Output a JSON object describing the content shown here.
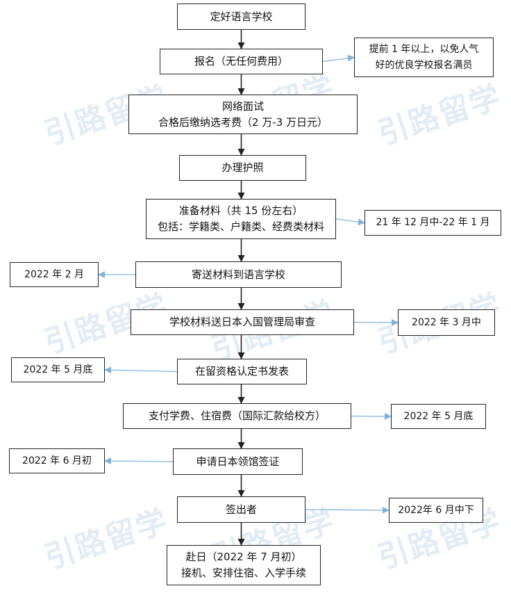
{
  "watermark": "引路留学",
  "colors": {
    "main_arrow": "#222222",
    "note_arrow": "#7fb3d9"
  },
  "nodes": {
    "n1": [
      "定好语言学校"
    ],
    "n2": [
      "报名（无任何费用）"
    ],
    "n3": [
      "网络面试",
      "合格后缴纳选考费（2 万-3 万日元）"
    ],
    "n4": [
      "办理护照"
    ],
    "n5": [
      "准备材料（共 15 份左右）",
      "包括：学籍类、户籍类、经费类材料"
    ],
    "n6": [
      "寄送材料到语言学校"
    ],
    "n7": [
      "学校材料送日本入国管理局审查"
    ],
    "n8": [
      "在留资格认定书发表"
    ],
    "n9": [
      "支付学费、住宿费（国际汇款给校方）"
    ],
    "n10": [
      "申请日本领馆签证"
    ],
    "n11": [
      "签出者"
    ],
    "n12": [
      "赴日（2022 年 7 月初）",
      "接机、安排住宿、入学手续"
    ]
  },
  "notes": {
    "note_n2": [
      "提前 1 年以上，以免人气",
      "好的优良学校报名满员"
    ],
    "note_n5": [
      "21 年 12 月中-22 年 1 月"
    ],
    "note_n6": [
      "2022 年 2 月"
    ],
    "note_n7": [
      "2022 年 3 月中"
    ],
    "note_n8": [
      "2022 年 5 月底"
    ],
    "note_n9": [
      "2022 年 5 月底"
    ],
    "note_n10": [
      "2022 年 6 月初"
    ],
    "note_n11": [
      "2022年 6 月中下"
    ]
  }
}
